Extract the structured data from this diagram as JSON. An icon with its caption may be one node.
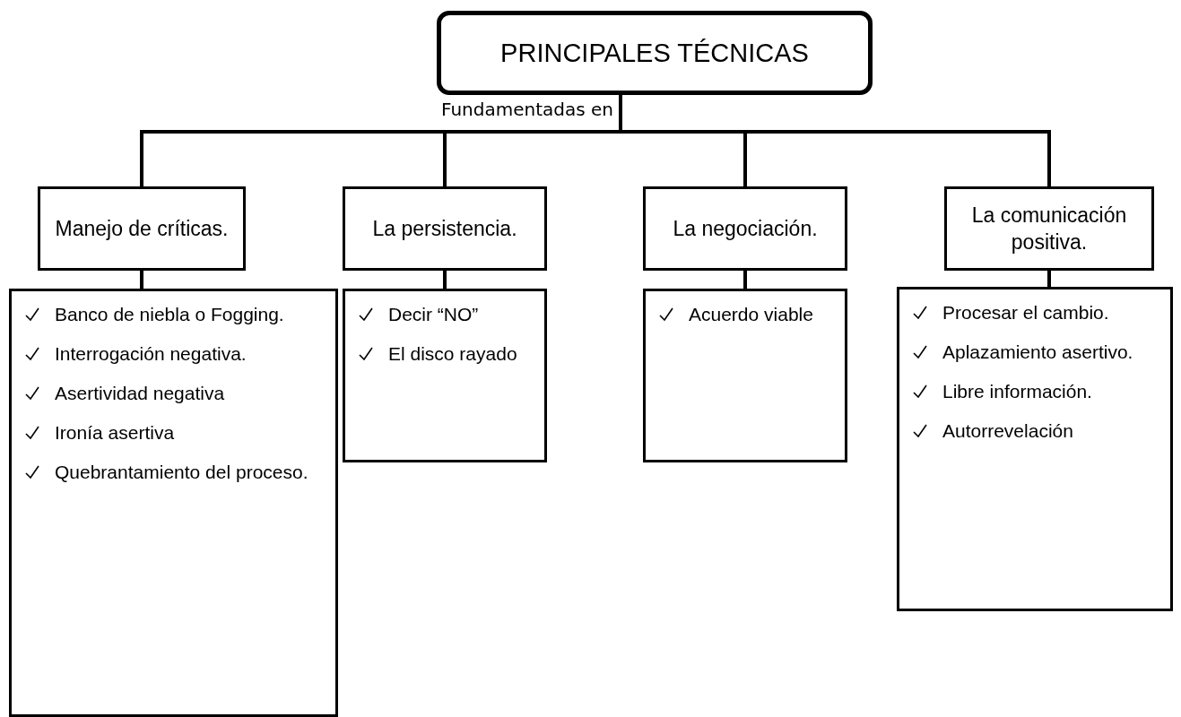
{
  "diagram": {
    "nodes": [
      {
        "text": [
          "PRINCIPALES TÉCNICAS"
        ]
      },
      {
        "text": [
          "Manejo de críticas."
        ]
      },
      {
        "text": [
          "La persistencia."
        ]
      },
      {
        "text": [
          "La negociación."
        ]
      },
      {
        "text": [
          "La comunicación positiva."
        ]
      },
      {
        "text": [
          "Banco de niebla o Fogging.",
          "Interrogación negativa.",
          "Asertividad negativa",
          "Ironía asertiva",
          "Quebrantamiento del proceso."
        ]
      },
      {
        "text": [
          "Decir “NO”",
          "El disco rayado"
        ]
      },
      {
        "text": [
          "Acuerdo viable"
        ]
      },
      {
        "text": [
          "Procesar el cambio.",
          "Aplazamiento asertivo.",
          "Libre información.",
          "Autorrevelación"
        ]
      }
    ],
    "edges": [
      {
        "from": 0,
        "to": 1,
        "arrow": "none"
      },
      {
        "from": 0,
        "to": 2,
        "arrow": "none"
      },
      {
        "from": 0,
        "to": 3,
        "arrow": "none"
      },
      {
        "from": 0,
        "to": 4,
        "arrow": "none"
      },
      {
        "from": 1,
        "to": 5,
        "arrow": "none"
      },
      {
        "from": 2,
        "to": 6,
        "arrow": "none"
      },
      {
        "from": 3,
        "to": 7,
        "arrow": "none"
      },
      {
        "from": 4,
        "to": 8,
        "arrow": "none"
      }
    ],
    "labels": [
      "Fundamentadas en"
    ]
  }
}
